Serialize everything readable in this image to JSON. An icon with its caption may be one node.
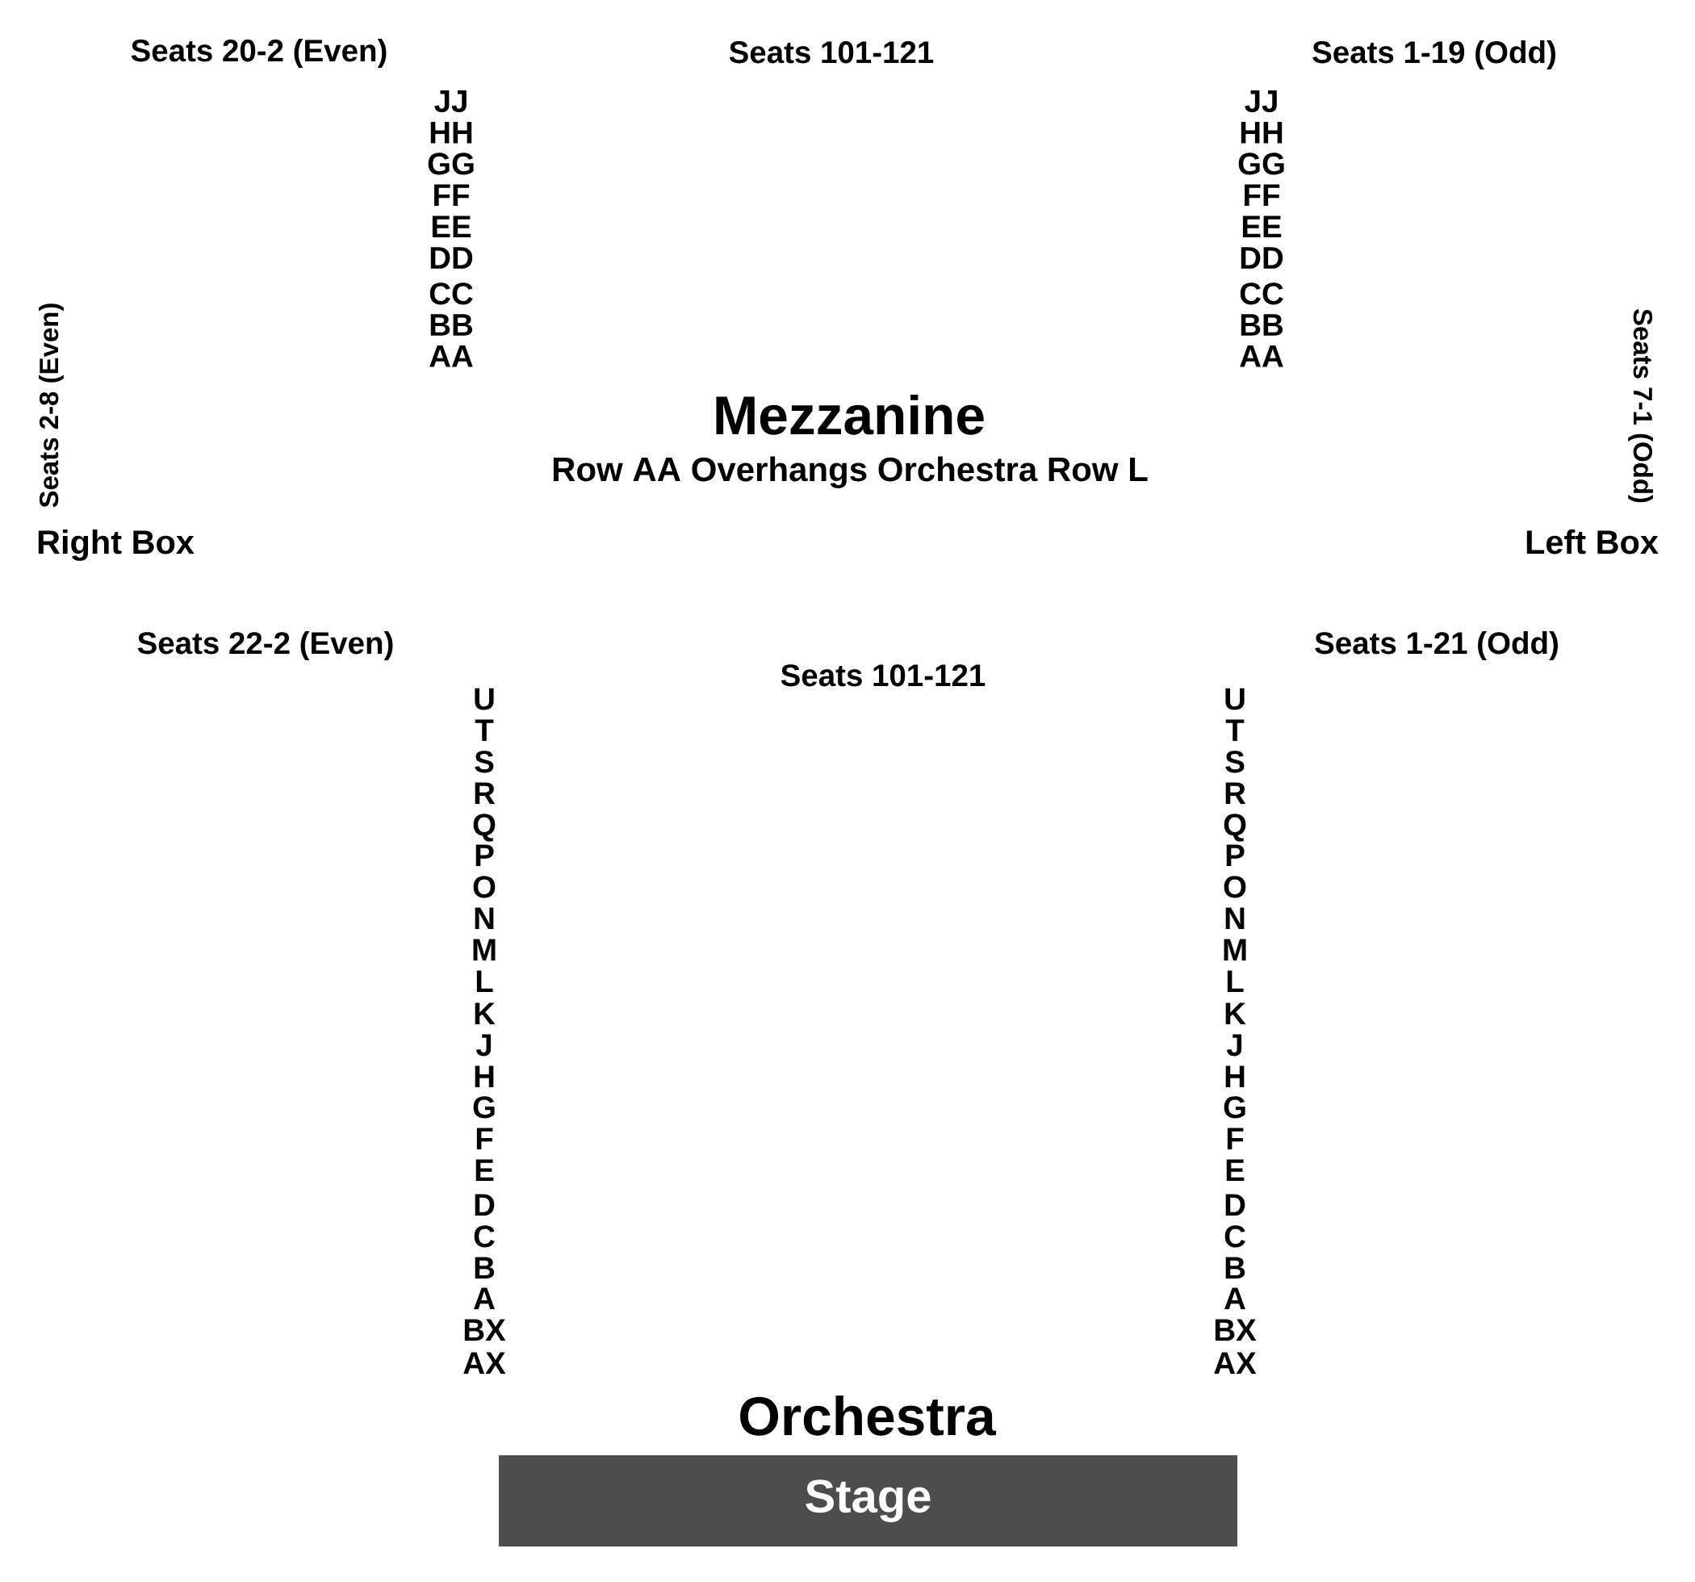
{
  "diagram": {
    "nodes": [
      {
        "text": [
          "Stage"
        ]
      }
    ],
    "labels": [
      "Seats 20-2 (Even)",
      "Seats 101-121",
      "Seats 1-19 (Odd)",
      "JJ",
      "JJ",
      "HH",
      "HH",
      "GG",
      "GG",
      "FF",
      "FF",
      "EE",
      "EE",
      "DD",
      "DD",
      "CC",
      "CC",
      "BB",
      "BB",
      "AA",
      "AA",
      "Seats 2-8 (Even)",
      "Mezzanine",
      "Seats 7-1 (Odd)",
      "Row AA Overhangs Orchestra Row L",
      "Right Box",
      "Left Box",
      "Seats 22-2 (Even)",
      "Seats 1-21 (Odd)",
      "Seats 101-121",
      "U",
      "U",
      "T",
      "T",
      "S",
      "S",
      "R",
      "R",
      "Q",
      "Q",
      "P",
      "P",
      "O",
      "O",
      "N",
      "N",
      "M",
      "M",
      "L",
      "L",
      "K",
      "K",
      "J",
      "J",
      "H",
      "H",
      "G",
      "G",
      "F",
      "F",
      "E",
      "E",
      "D",
      "D",
      "C",
      "C",
      "B",
      "B",
      "A",
      "A",
      "BX",
      "BX",
      "AX",
      "AX",
      "Orchestra"
    ]
  }
}
